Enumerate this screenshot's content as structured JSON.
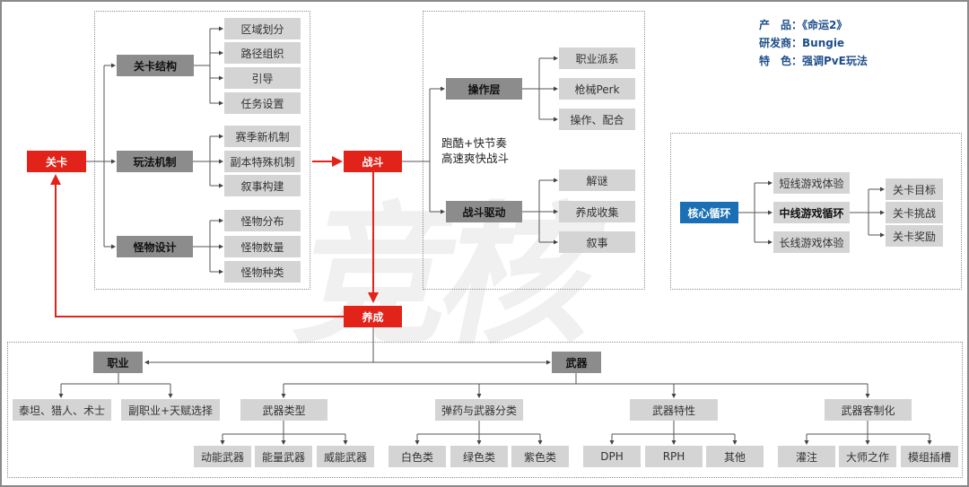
{
  "info": {
    "product": "产　品：《命运2》",
    "developer": "研发商：Bungie",
    "feature": "特　色：强调PvE玩法"
  },
  "watermark": "竞核",
  "main": {
    "level": "关卡",
    "combat": "战斗",
    "growth": "养成",
    "combat_note_1": "跑酷+快节奏",
    "combat_note_2": "高速爽快战斗"
  },
  "level_tree": {
    "groups": [
      {
        "label": "关卡结构",
        "items": [
          "区域划分",
          "路径组织",
          "引导",
          "任务设置"
        ]
      },
      {
        "label": "玩法机制",
        "items": [
          "赛季新机制",
          "副本特殊机制",
          "叙事构建"
        ]
      },
      {
        "label": "怪物设计",
        "items": [
          "怪物分布",
          "怪物数量",
          "怪物种类"
        ]
      }
    ]
  },
  "combat_tree": {
    "groups": [
      {
        "label": "操作层",
        "items": [
          "职业派系",
          "枪械Perk",
          "操作、配合"
        ]
      },
      {
        "label": "战斗驱动",
        "items": [
          "解谜",
          "养成收集",
          "叙事"
        ]
      }
    ]
  },
  "core_loop": {
    "label": "核心循环",
    "items": [
      "短线游戏体验",
      "中线游戏循环",
      "长线游戏体验"
    ],
    "sub_items": [
      "关卡目标",
      "关卡挑战",
      "关卡奖励"
    ]
  },
  "growth_tree": {
    "class": {
      "label": "职业",
      "items": [
        "泰坦、猎人、术士",
        "副职业+天赋选择"
      ]
    },
    "weapon": {
      "label": "武器",
      "groups": [
        {
          "label": "武器类型",
          "items": [
            "动能武器",
            "能量武器",
            "威能武器"
          ]
        },
        {
          "label": "弹药与武器分类",
          "items": [
            "白色类",
            "绿色类",
            "紫色类"
          ]
        },
        {
          "label": "武器特性",
          "items": [
            "DPH",
            "RPH",
            "其他"
          ]
        },
        {
          "label": "武器客制化",
          "items": [
            "灌注",
            "大师之作",
            "模组插槽"
          ]
        }
      ]
    }
  },
  "colors": {
    "accent_red": "#e2231a",
    "core_blue": "#1a6fb5",
    "info_blue": "#1e4f8a"
  }
}
